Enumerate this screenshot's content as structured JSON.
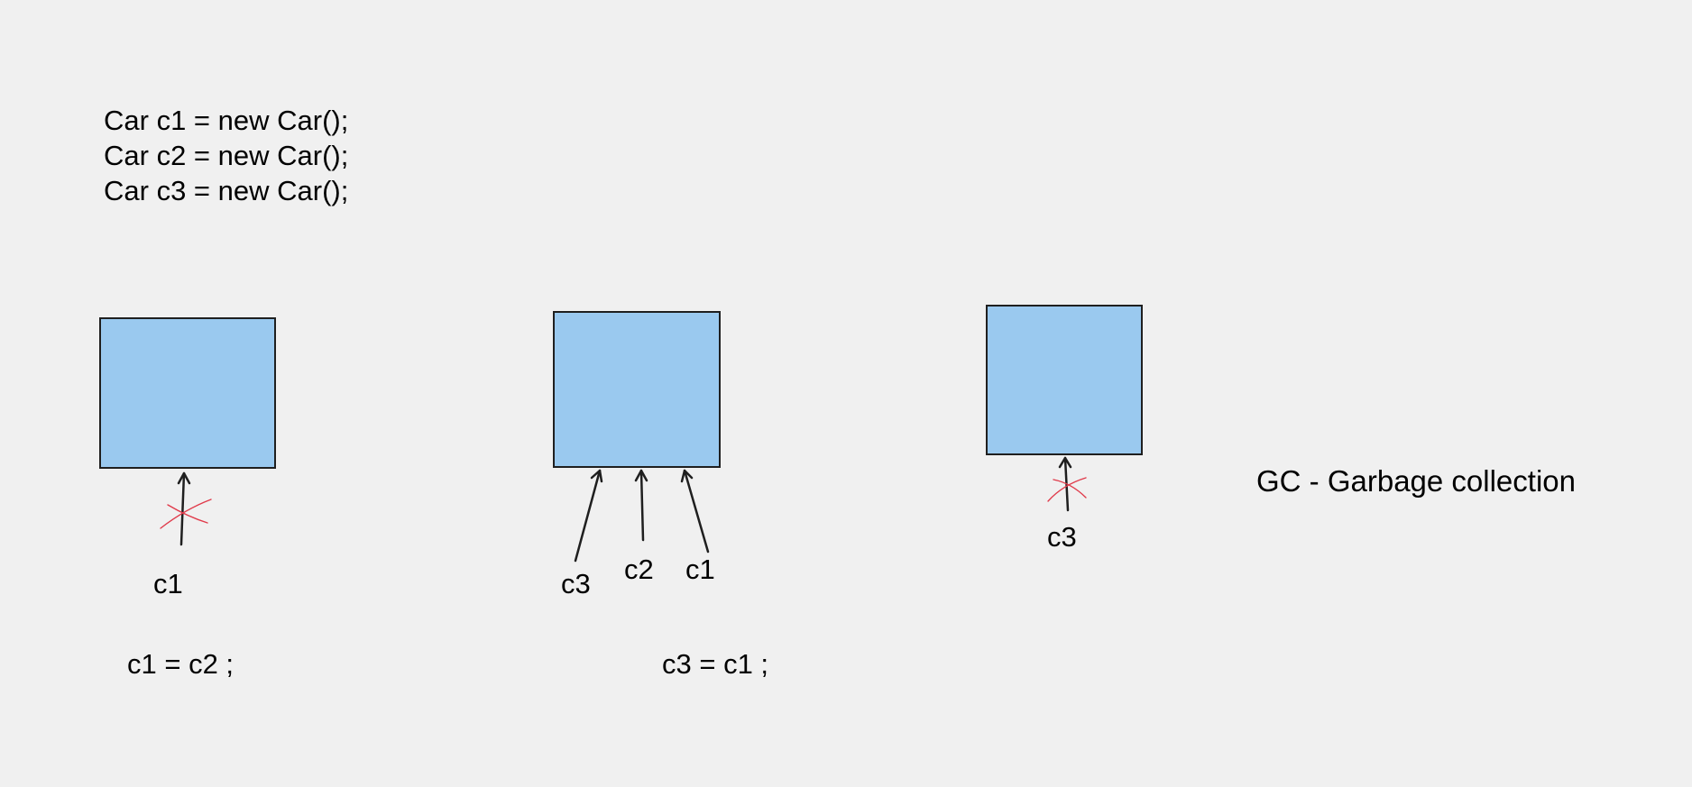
{
  "code": {
    "lines": [
      "Car c1 = new Car();",
      "Car c2 = new Car();",
      "Car c3 = new Car();"
    ]
  },
  "objects": [
    {
      "name": "car-object-1",
      "references": [
        "c1"
      ],
      "collected": [
        "c1"
      ]
    },
    {
      "name": "car-object-2",
      "references": [
        "c3",
        "c2",
        "c1"
      ],
      "collected": []
    },
    {
      "name": "car-object-3",
      "references": [
        "c3"
      ],
      "collected": [
        "c3"
      ]
    }
  ],
  "labels": {
    "obj1_c1": "c1",
    "obj2_c3": "c3",
    "obj2_c2": "c2",
    "obj2_c1": "c1",
    "obj3_c3": "c3"
  },
  "statements": {
    "first": "c1 = c2 ;",
    "second": "c3 = c1 ;"
  },
  "note": "GC - Garbage collection",
  "colors": {
    "background": "#f0f0f0",
    "box_fill": "#9ac9ef",
    "box_stroke": "#1f1f1f",
    "arrow": "#1f1f1f",
    "cross_out": "#e03a4a"
  }
}
